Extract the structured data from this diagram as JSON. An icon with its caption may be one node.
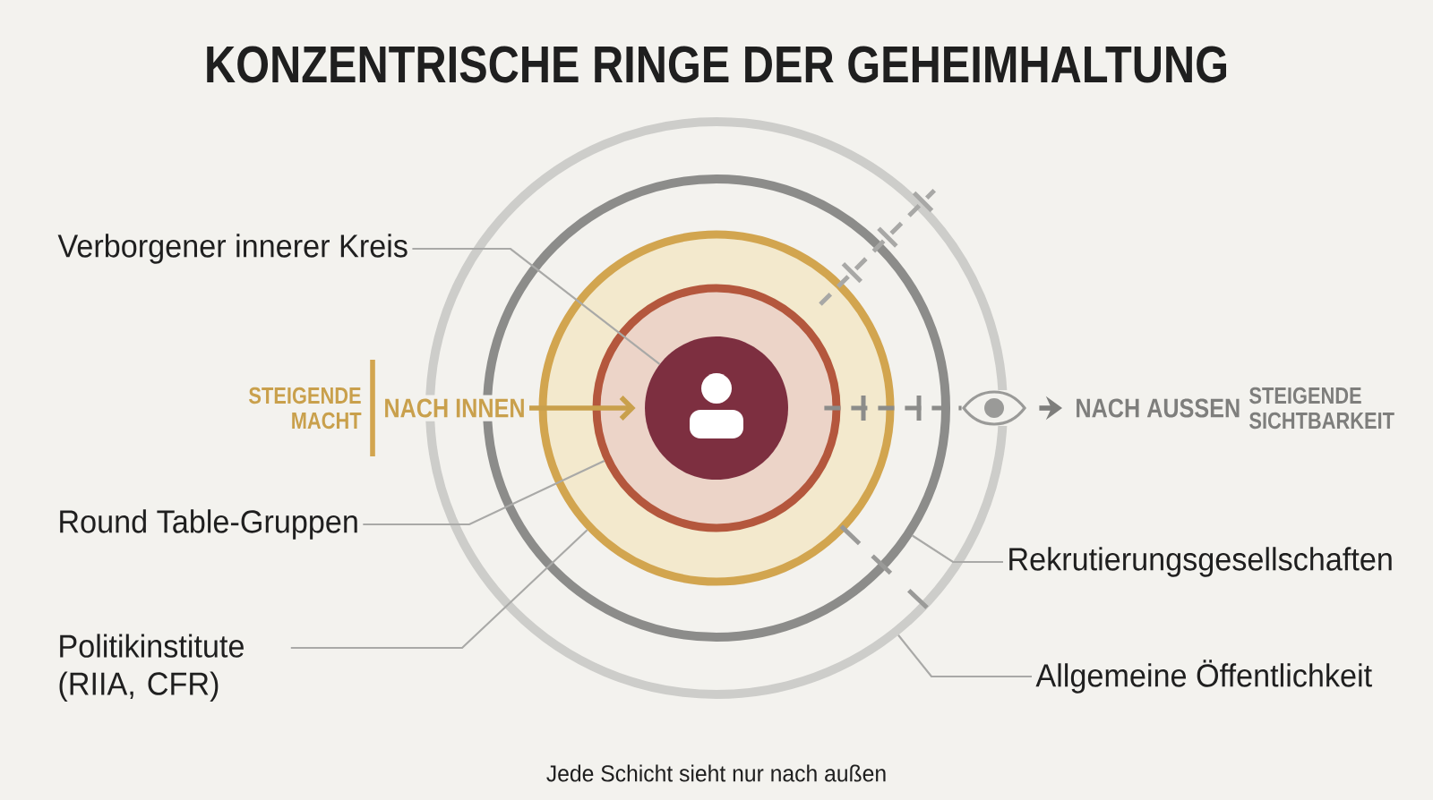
{
  "diagram": {
    "title": "KONZENTRISCHE RINGE DER GEHEIMHALTUNG",
    "caption": "Jede Schicht sieht nur nach außen",
    "nodes": [
      {
        "text": [],
        "shape": "circle"
      },
      {
        "text": [],
        "shape": "circle",
        "in": 0
      },
      {
        "text": [],
        "shape": "circle",
        "in": 1
      },
      {
        "text": [],
        "shape": "circle",
        "in": 2
      },
      {
        "text": [],
        "shape": "circle",
        "in": 3
      },
      {
        "text": [
          "Verborgener innerer Kreis"
        ]
      },
      {
        "text": [
          "Round Table-Gruppen"
        ]
      },
      {
        "text": [
          "Politikinstitute (RIIA, CFR)"
        ]
      },
      {
        "text": [
          "Rekrutierungsgesellschaften"
        ]
      },
      {
        "text": [
          "Allgemeine Öffentlichkeit"
        ]
      },
      {
        "text": [
          "NACH INNEN"
        ],
        "beside": [
          "STEIGENDE MACHT"
        ]
      },
      {
        "text": [],
        "shape": "eye"
      },
      {
        "text": [
          "NACH AUSSEN"
        ],
        "beside": [
          "STEIGENDE SICHTBARKEIT"
        ]
      }
    ],
    "edges": [
      {
        "from": 5,
        "to": 4,
        "arrow": "none"
      },
      {
        "from": 6,
        "to": 3,
        "arrow": "none"
      },
      {
        "from": 7,
        "to": 2,
        "arrow": "none"
      },
      {
        "from": 8,
        "to": 1,
        "arrow": "none"
      },
      {
        "from": 9,
        "to": 0,
        "arrow": "none"
      },
      {
        "from": 10,
        "to": 4,
        "arrow": "to",
        "style": "thick",
        "color": "#c9a04c"
      },
      {
        "from": 4,
        "to": 11,
        "arrow": "none",
        "style": "dashed",
        "color": "#8c8c8a"
      },
      {
        "from": 11,
        "to": 12,
        "arrow": "to",
        "style": "thick",
        "color": "#7e7e7c"
      }
    ]
  }
}
